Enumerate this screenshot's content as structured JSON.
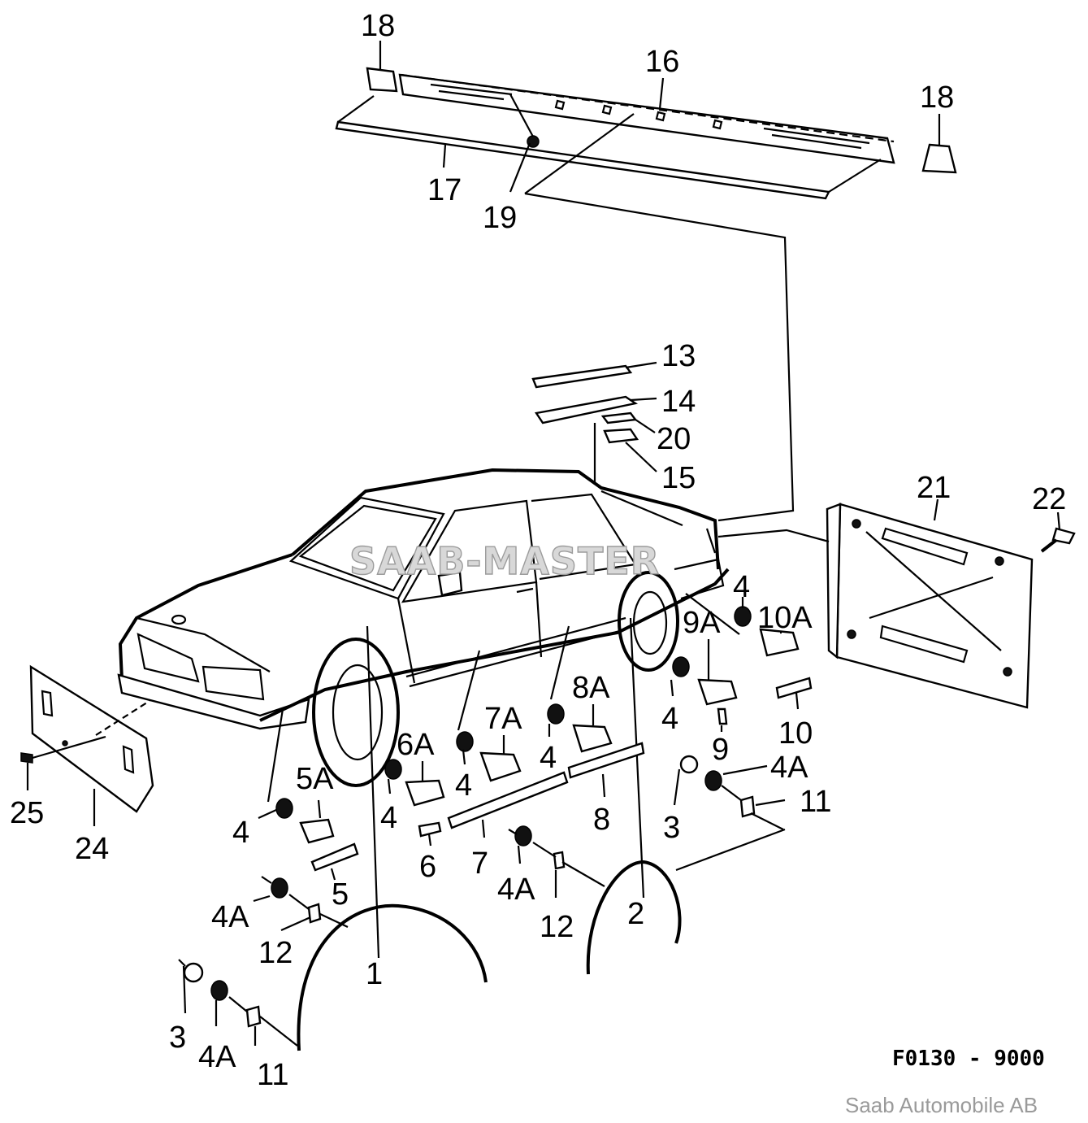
{
  "diagram": {
    "code": "F0130 - 9000",
    "credit": "Saab Automobile AB",
    "watermark": "SAAB-MASTER"
  },
  "callouts": [
    {
      "id": "c18a",
      "text": "18"
    },
    {
      "id": "c16",
      "text": "16"
    },
    {
      "id": "c18b",
      "text": "18"
    },
    {
      "id": "c17",
      "text": "17"
    },
    {
      "id": "c19",
      "text": "19"
    },
    {
      "id": "c13",
      "text": "13"
    },
    {
      "id": "c14",
      "text": "14"
    },
    {
      "id": "c20",
      "text": "20"
    },
    {
      "id": "c15",
      "text": "15"
    },
    {
      "id": "c21",
      "text": "21"
    },
    {
      "id": "c22",
      "text": "22"
    },
    {
      "id": "c4a",
      "text": "4"
    },
    {
      "id": "c10A",
      "text": "10A"
    },
    {
      "id": "c9A",
      "text": "9A"
    },
    {
      "id": "c4b",
      "text": "4"
    },
    {
      "id": "c9",
      "text": "9"
    },
    {
      "id": "c10",
      "text": "10"
    },
    {
      "id": "c8A",
      "text": "8A"
    },
    {
      "id": "c7A",
      "text": "7A"
    },
    {
      "id": "c6A",
      "text": "6A"
    },
    {
      "id": "c4c",
      "text": "4"
    },
    {
      "id": "c4d",
      "text": "4"
    },
    {
      "id": "c4e",
      "text": "4"
    },
    {
      "id": "c5A",
      "text": "5A"
    },
    {
      "id": "c4f",
      "text": "4"
    },
    {
      "id": "c4Aa",
      "text": "4A"
    },
    {
      "id": "c3a",
      "text": "3"
    },
    {
      "id": "c11a",
      "text": "11"
    },
    {
      "id": "c8",
      "text": "8"
    },
    {
      "id": "c7",
      "text": "7"
    },
    {
      "id": "c6",
      "text": "6"
    },
    {
      "id": "c5",
      "text": "5"
    },
    {
      "id": "c4Ab",
      "text": "4A"
    },
    {
      "id": "c12a",
      "text": "12"
    },
    {
      "id": "c2",
      "text": "2"
    },
    {
      "id": "c4Ac",
      "text": "4A"
    },
    {
      "id": "c12b",
      "text": "12"
    },
    {
      "id": "c1",
      "text": "1"
    },
    {
      "id": "c25",
      "text": "25"
    },
    {
      "id": "c24",
      "text": "24"
    },
    {
      "id": "c3b",
      "text": "3"
    },
    {
      "id": "c4Ad",
      "text": "4A"
    },
    {
      "id": "c11b",
      "text": "11"
    }
  ]
}
